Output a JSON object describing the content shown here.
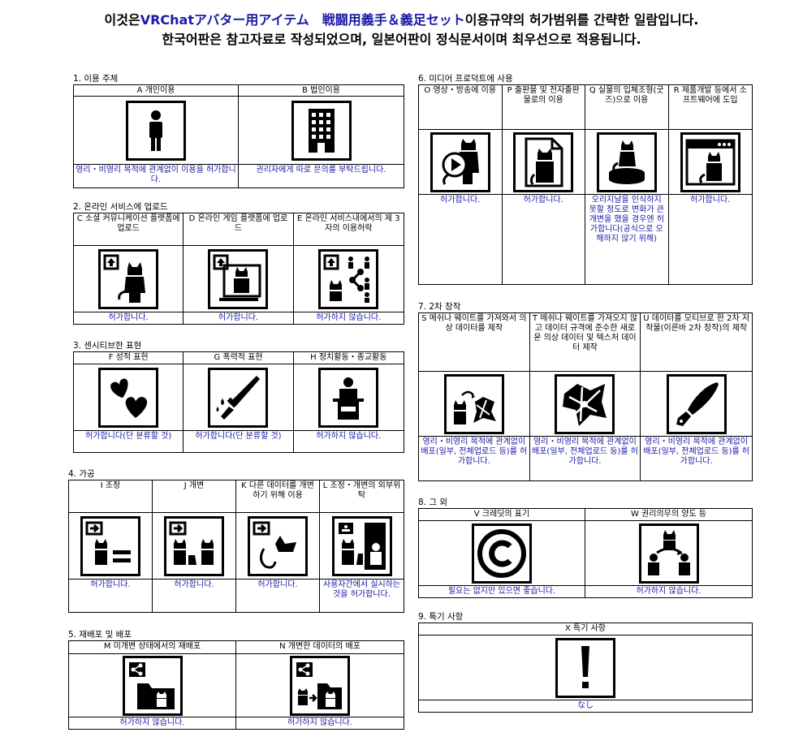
{
  "header": {
    "line1_prefix": "이것은",
    "line1_item": "VRChatアバター用アイテム　戦闘用義手＆義足セット",
    "line1_suffix": "이용규약의 허가범위를 간략한 일람입니다.",
    "line2": "한국어판은 참고자료로 작성되었으며, 일본어판이 정식문서이며 최우선으로 적용됩니다."
  },
  "sections": {
    "s1": {
      "label": "1. 이용 주체",
      "items": [
        {
          "header": "A 개인이용",
          "icon": "person-icon",
          "status": "영리・비영리 목적에 관계없이 이용을 허가합니다."
        },
        {
          "header": "B 법인이용",
          "icon": "building-icon",
          "status": "권리자에게 따로 문의를 부탁드립니다."
        }
      ]
    },
    "s2": {
      "label": "2. 온라인 서비스에 업로드",
      "items": [
        {
          "header": "C 소셜 커뮤니케이션 플랫폼에 업로드",
          "icon": "upload-avatar-icon",
          "status": "허가합니다."
        },
        {
          "header": "D 온라인 게임 플랫폼에 업로드",
          "icon": "upload-game-icon",
          "status": "허가합니다."
        },
        {
          "header": "E 온라인 서비스내에서의 제 3자의 이용허락",
          "icon": "share-users-icon",
          "status": "허가하지 않습니다."
        }
      ]
    },
    "s3": {
      "label": "3. 센시티브한 표현",
      "items": [
        {
          "header": "F 성적 표현",
          "icon": "hearts-icon",
          "status": "허가합니다(단 분류할 것)"
        },
        {
          "header": "G 폭력적 표현",
          "icon": "knife-icon",
          "status": "허가합니다(단 분류할 것)"
        },
        {
          "header": "H 정치활동・종교활동",
          "icon": "podium-icon",
          "status": "허가하지 않습니다."
        }
      ]
    },
    "s4": {
      "label": "4. 가공",
      "items": [
        {
          "header": "I 조정",
          "icon": "adjust-icon",
          "status": "허가합니다."
        },
        {
          "header": "J 개변",
          "icon": "modify-icon",
          "status": "허가합니다."
        },
        {
          "header": "K 다른 데이터를 개변하기 위해 이용",
          "icon": "reuse-data-icon",
          "status": "허가합니다."
        },
        {
          "header": "L 조정・개변의 외부위탁",
          "icon": "outsource-icon",
          "status": "사용자간에서 실시하는 것을 허가합니다."
        }
      ]
    },
    "s5": {
      "label": "5. 재배포 및 배포",
      "items": [
        {
          "header": "M 미개변 상태에서의 재배포",
          "icon": "redistribute-icon",
          "status": "허가하지 않습니다."
        },
        {
          "header": "N 개변한 데이터의 배포",
          "icon": "distribute-modified-icon",
          "status": "허가하지 않습니다."
        }
      ]
    },
    "s6": {
      "label": "6. 미디어 프로덕트에 사용",
      "items": [
        {
          "header": "O 영상・방송에 이용",
          "icon": "video-icon",
          "status": "허가합니다."
        },
        {
          "header": "P 출판물 및 전자출판물로의 이용",
          "icon": "publication-icon",
          "status": "허가합니다."
        },
        {
          "header": "Q 실물의 입체조형(굿즈)으로 이용",
          "icon": "figure-icon",
          "status": "오리지날을 인식하지 못할 정도로 변화가 큰 개변을 했을 경우엔 허가합니다(공식으로 오해하지 않기 위해)"
        },
        {
          "header": "R 제품개발 등에서 소프트웨어에 도입",
          "icon": "software-icon",
          "status": "허가합니다."
        }
      ]
    },
    "s7": {
      "label": "7. 2차 창작",
      "items": [
        {
          "header": "S 메쉬나 웨이트를 가져와서 의상 데이터를 제작",
          "icon": "mesh-clothing-icon",
          "status": "영리・비영리 목적에 관계없이 배포(일부, 전체업로드 등)를 허가합니다."
        },
        {
          "header": "T 메쉬나 웨이트를 가져오지 않고 데이터 규격에 준수한 새로운 의상 데이터 및 텍스처 데이터 제작",
          "icon": "texture-icon",
          "status": "영리・비영리 목적에 관계없이 배포(일부, 전체업로드 등)를 허가합니다."
        },
        {
          "header": "U 데이터를 모티브로 한 2차 저작물(이른바 2차 창작)의 제작",
          "icon": "pen-icon",
          "status": "영리・비영리 목적에 관계없이 배포(일부, 전체업로드 등)를 허가합니다."
        }
      ]
    },
    "s8": {
      "label": "8. 그 외",
      "items": [
        {
          "header": "V 크레딧의 표기",
          "icon": "copyright-icon",
          "status": "필요는 없지만 있으면 좋습니다."
        },
        {
          "header": "W 권리의무의 양도 등",
          "icon": "transfer-icon",
          "status": "허가하지 않습니다."
        }
      ]
    },
    "s9": {
      "label": "9. 특기 사항",
      "items": [
        {
          "header": "X 특기 사항",
          "icon": "exclamation-icon",
          "status": "なし"
        }
      ]
    }
  }
}
